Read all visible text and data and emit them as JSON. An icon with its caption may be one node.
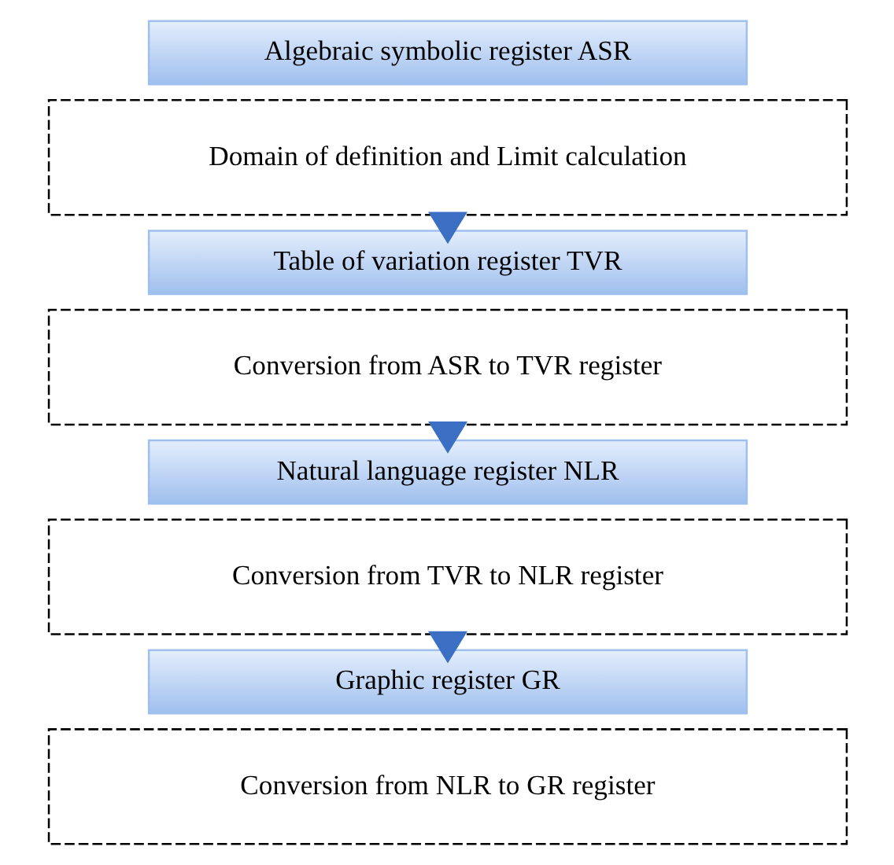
{
  "diagram": {
    "nodes": [
      {
        "text": [
          "Algebraic symbolic register ASR"
        ]
      },
      {
        "text": [
          "Domain of definition and Limit calculation"
        ]
      },
      {
        "text": [
          "Table of variation register TVR"
        ]
      },
      {
        "text": [
          "Conversion from ASR to TVR register"
        ]
      },
      {
        "text": [
          "Natural language register NLR"
        ]
      },
      {
        "text": [
          "Conversion from TVR to NLR register"
        ]
      },
      {
        "text": [
          "Graphic register GR"
        ]
      },
      {
        "text": [
          "Conversion from NLR to GR register"
        ]
      }
    ],
    "edges": [
      {
        "from": 1,
        "to": 2,
        "arrow": "to",
        "style": "thick",
        "color": "#3a6fc4"
      },
      {
        "from": 3,
        "to": 4,
        "arrow": "to",
        "style": "thick",
        "color": "#3a6fc4"
      },
      {
        "from": 5,
        "to": 6,
        "arrow": "to",
        "style": "thick",
        "color": "#3a6fc4"
      }
    ]
  }
}
